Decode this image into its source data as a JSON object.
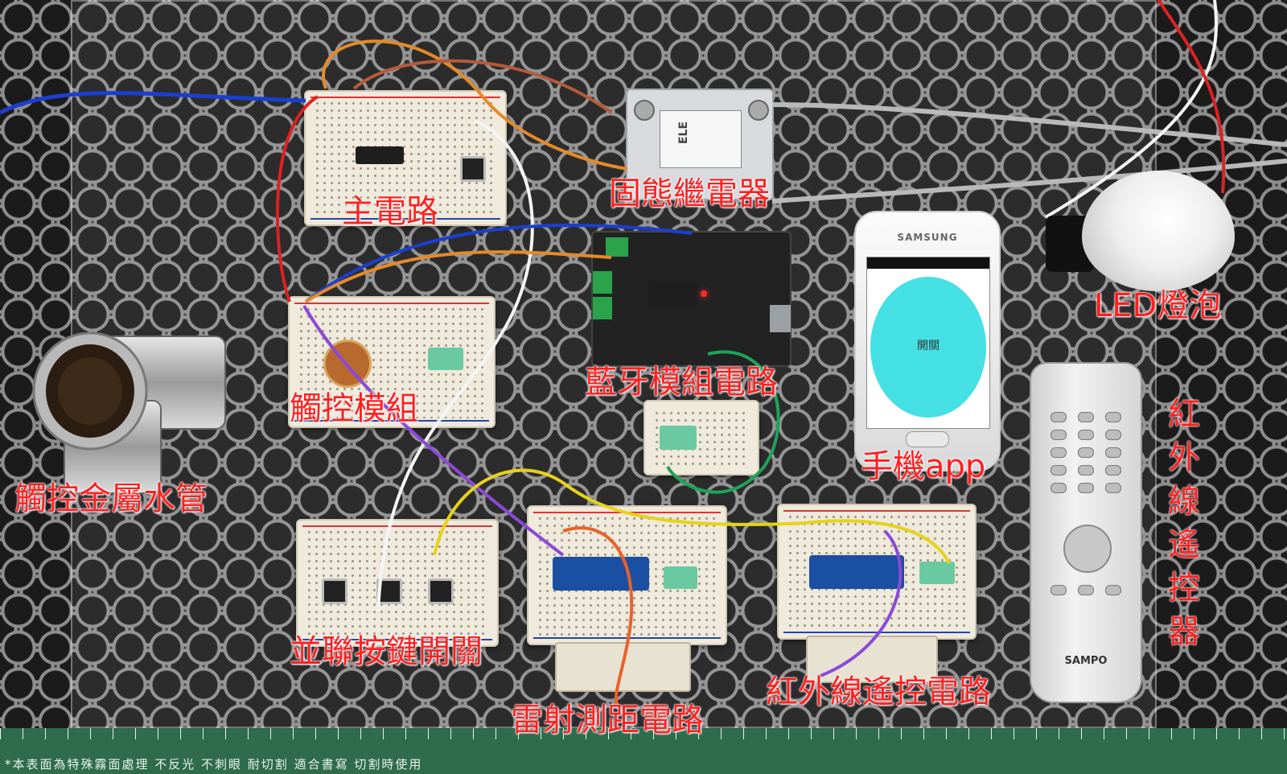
{
  "labels": {
    "main_circuit": "主電路",
    "ssr": "固態繼電器",
    "led_bulb": "LED燈泡",
    "touch_module": "觸控模組",
    "bluetooth_module": "藍牙模組電路",
    "touch_pipe": "觸控金屬水管",
    "phone_app": "手機app",
    "ir_remote": "紅外線遙控器",
    "parallel_switch": "並聯按鍵開關",
    "laser_circuit": "雷射測距電路",
    "ir_circuit": "紅外線遙控電路"
  },
  "phone": {
    "brand": "SAMSUNG",
    "button_text": "開關"
  },
  "remote": {
    "brand": "SAMPO"
  },
  "ruler": {
    "text": "*本表面為特殊霧面處理 不反光 不刺眼 耐切割 適合書寫 切割時使用"
  },
  "colors": {
    "label": "#ff1f1f",
    "app_button": "#45e0e4"
  }
}
